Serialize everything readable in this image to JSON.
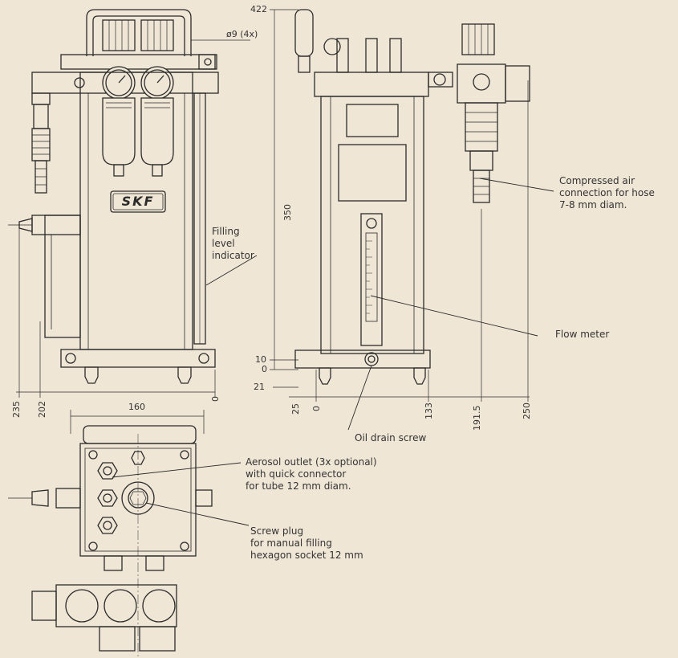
{
  "logo_text": "SKF",
  "labels": {
    "compressed_air": [
      "Compressed air",
      "connection for hose",
      "7-8 mm diam."
    ],
    "filling_level": [
      "Filling",
      "level",
      "indicator"
    ],
    "flow_meter": "Flow meter",
    "oil_drain": "Oil drain screw",
    "aerosol_outlet": [
      "Aerosol outlet (3x optional)",
      "with quick connector",
      "for tube 12 mm diam."
    ],
    "screw_plug": [
      "Screw plug",
      "for manual filling",
      "hexagon socket 12 mm"
    ]
  },
  "dimensions": {
    "d422": "422",
    "hole": "ø9 (4x)",
    "d350": "350",
    "d10": "10",
    "d0_side": "0",
    "d21": "21",
    "d235": "235",
    "d202": "202",
    "d0_front": "0",
    "d25": "25",
    "d0_base": "0",
    "d133": "133",
    "d191_5": "191.5",
    "d250": "250",
    "d160": "160"
  }
}
